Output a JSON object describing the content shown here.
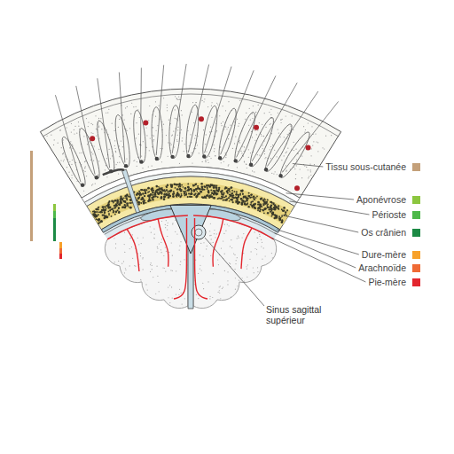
{
  "diagram": {
    "labels": [
      "Sinus sagittal supérieur"
    ],
    "legend": [
      {
        "text": "Tissu sous-cutanée",
        "color": "#c4a07a"
      },
      {
        "text": "Aponévrose",
        "color": "#8cc63f"
      },
      {
        "text": "Périoste",
        "color": "#4db84a"
      },
      {
        "text": "Os crânien",
        "color": "#1c8a45"
      },
      {
        "text": "Dure-mère",
        "color": "#f7a12b"
      },
      {
        "text": "Arachnoïde",
        "color": "#ef6a35"
      },
      {
        "text": "Pie-mère",
        "color": "#e3262e"
      }
    ]
  }
}
